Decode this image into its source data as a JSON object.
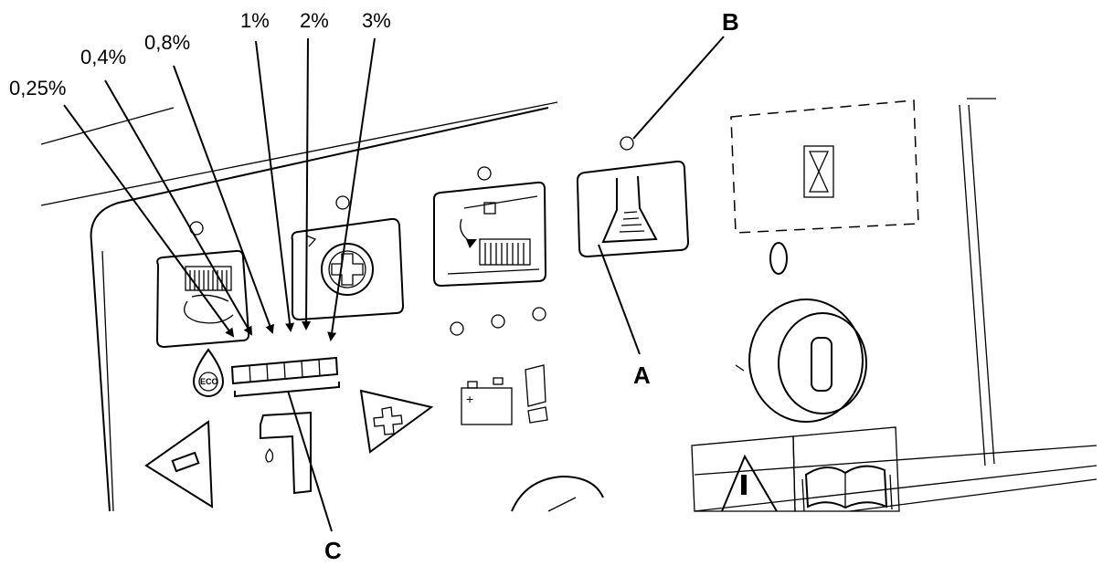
{
  "diagram": {
    "percent_labels": [
      "0,25%",
      "0,4%",
      "0,8%",
      "1%",
      "2%",
      "3%"
    ],
    "callouts": {
      "a": "A",
      "b": "B",
      "c": "C"
    },
    "eco_badge": "ECO"
  }
}
